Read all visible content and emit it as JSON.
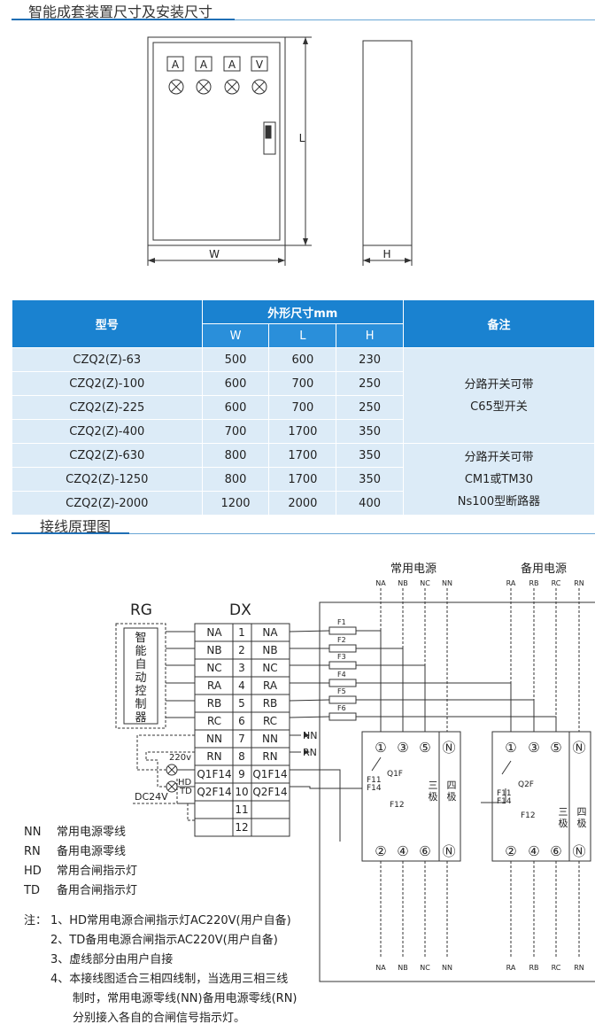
{
  "section1": {
    "title": "智能成套装置尺寸及安装尺寸"
  },
  "dims_drawing": {
    "meters": [
      "A",
      "A",
      "A",
      "V"
    ],
    "label_w": "W",
    "label_l": "L",
    "label_h": "H"
  },
  "table": {
    "header": {
      "model": "型号",
      "dims": "外形尺寸mm",
      "w": "W",
      "l": "L",
      "h": "H",
      "note": "备注"
    },
    "rows": [
      {
        "model": "CZQ2(Z)-63",
        "w": "500",
        "l": "600",
        "h": "230"
      },
      {
        "model": "CZQ2(Z)-100",
        "w": "600",
        "l": "700",
        "h": "250"
      },
      {
        "model": "CZQ2(Z)-225",
        "w": "600",
        "l": "700",
        "h": "250"
      },
      {
        "model": "CZQ2(Z)-400",
        "w": "700",
        "l": "1700",
        "h": "350"
      },
      {
        "model": "CZQ2(Z)-630",
        "w": "800",
        "l": "1700",
        "h": "350"
      },
      {
        "model": "CZQ2(Z)-1250",
        "w": "800",
        "l": "1700",
        "h": "350"
      },
      {
        "model": "CZQ2(Z)-2000",
        "w": "1200",
        "l": "2000",
        "h": "400"
      }
    ],
    "note1": [
      "分路开关可带",
      "C65型开关"
    ],
    "note2": [
      "分路开关可带",
      "CM1或TM30",
      "Ns100型断路器"
    ]
  },
  "section2": {
    "title": "接线原理图"
  },
  "wiring": {
    "rg": "RG",
    "dx": "DX",
    "controller": [
      "智",
      "能",
      "自",
      "动",
      "控",
      "制",
      "器"
    ],
    "terminals": [
      {
        "left": "NA",
        "num": "1",
        "right": "NA"
      },
      {
        "left": "NB",
        "num": "2",
        "right": "NB"
      },
      {
        "left": "NC",
        "num": "3",
        "right": "NC"
      },
      {
        "left": "RA",
        "num": "4",
        "right": "RA"
      },
      {
        "left": "RB",
        "num": "5",
        "right": "RB"
      },
      {
        "left": "RC",
        "num": "6",
        "right": "RC"
      },
      {
        "left": "NN",
        "num": "7",
        "right": "NN"
      },
      {
        "left": "RN",
        "num": "8",
        "right": "RN"
      },
      {
        "left": "Q1F14",
        "num": "9",
        "right": "Q1F14"
      },
      {
        "left": "Q2F14",
        "num": "10",
        "right": "Q2F14"
      },
      {
        "left": "",
        "num": "11",
        "right": ""
      },
      {
        "left": "",
        "num": "12",
        "right": ""
      }
    ],
    "arrow_nn": "NN",
    "arrow_rn": "RN",
    "v220": "220v",
    "hd": "HD",
    "td": "TD",
    "dc24": "DC24V",
    "common_source": "常用电源",
    "backup_source": "备用电源",
    "common_in": [
      "NA",
      "NB",
      "NC",
      "NN"
    ],
    "backup_in": [
      "RA",
      "RB",
      "RC",
      "RN"
    ],
    "common_out": [
      "NA",
      "NB",
      "NC",
      "NN"
    ],
    "backup_out": [
      "RA",
      "RB",
      "RC",
      "RN"
    ],
    "fuses": [
      "F1",
      "F2",
      "F3",
      "F4",
      "F5",
      "F6"
    ],
    "top_terminals": [
      "①",
      "③",
      "⑤",
      "Ⓝ"
    ],
    "bottom_terminals": [
      "②",
      "④",
      "⑥",
      "Ⓝ"
    ],
    "q1f": "Q1F",
    "q2f": "Q2F",
    "f11": "F11",
    "f14": "F14",
    "f12": "F12",
    "three_pole": [
      "三",
      "极"
    ],
    "four_pole": [
      "四",
      "极"
    ]
  },
  "legend": [
    {
      "code": "NN",
      "text": "常用电源零线"
    },
    {
      "code": "RN",
      "text": "备用电源零线"
    },
    {
      "code": "HD",
      "text": "常用合闸指示灯"
    },
    {
      "code": "TD",
      "text": "备用合闸指示灯"
    }
  ],
  "notes": {
    "prefix": "注：",
    "items": [
      "1、HD常用电源合闸指示灯AC220V(用户自备)",
      "2、TD备用电源合闸指示AC220V(用户自备)",
      "3、虚线部分由用户自接",
      "4、本接线图适合三相四线制，当选用三相三线",
      "制时，常用电源零线(NN)备用电源零线(RN)",
      "分别接入各自的合闸信号指示灯。"
    ]
  }
}
